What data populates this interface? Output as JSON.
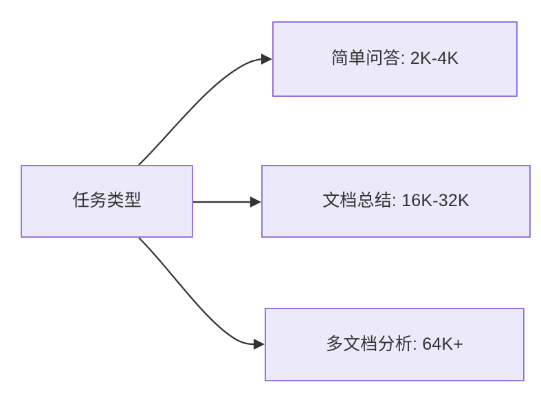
{
  "diagram": {
    "type": "flowchart",
    "direction": "left-to-right",
    "background_color": "#ffffff",
    "node_fill_color": "#ece9fb",
    "node_border_color": "#9575e0",
    "node_text_color": "#333333",
    "edge_color": "#333333",
    "nodes": [
      {
        "id": "source",
        "label": "任务类型",
        "role": "root"
      },
      {
        "id": "task-1",
        "label": "简单问答: 2K-4K",
        "role": "leaf"
      },
      {
        "id": "task-2",
        "label": "文档总结: 16K-32K",
        "role": "leaf"
      },
      {
        "id": "task-3",
        "label": "多文档分析: 64K+",
        "role": "leaf"
      }
    ],
    "edges": [
      {
        "id": "edge-1",
        "from": "source",
        "to": "task-1",
        "style": "curved",
        "arrowhead": "filled-triangle"
      },
      {
        "id": "edge-2",
        "from": "source",
        "to": "task-2",
        "style": "straight",
        "arrowhead": "filled-triangle"
      },
      {
        "id": "edge-3",
        "from": "source",
        "to": "task-3",
        "style": "curved",
        "arrowhead": "filled-triangle"
      }
    ]
  }
}
